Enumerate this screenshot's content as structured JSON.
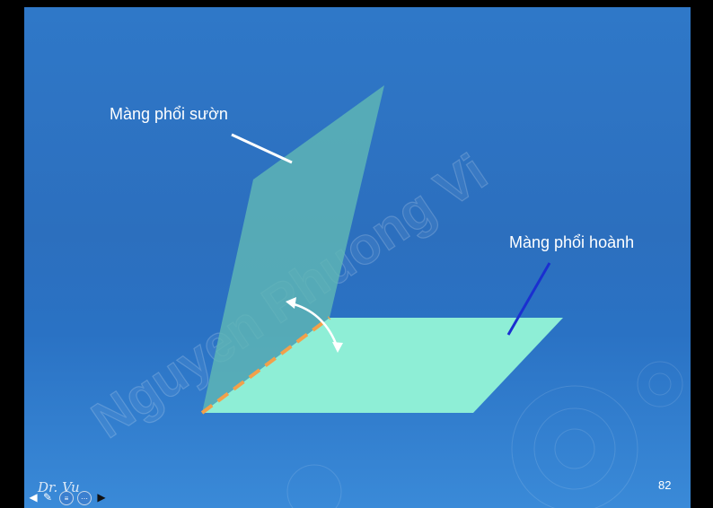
{
  "diagram": {
    "labels": {
      "rib_pleura": "Màng phổi sườn",
      "diaphragm_pleura": "Màng phổi hoành"
    },
    "watermark": "Nguyen Phuong Vi",
    "colors": {
      "background": "#2c6fbe",
      "vertical_plane": "#5fb7b4",
      "horizontal_plane": "#8eeed6",
      "dashed_edge": "#f2a04a",
      "pointer_rib": "#ffffff",
      "pointer_diaphragm": "#1a2fd0",
      "arrow": "#ffffff"
    }
  },
  "footer": {
    "page_number": "82",
    "signature": "Dr. Vu",
    "nav": [
      "arrow-left-icon",
      "pen-icon",
      "menu-icon",
      "more-icon",
      "arrow-right-icon"
    ]
  }
}
